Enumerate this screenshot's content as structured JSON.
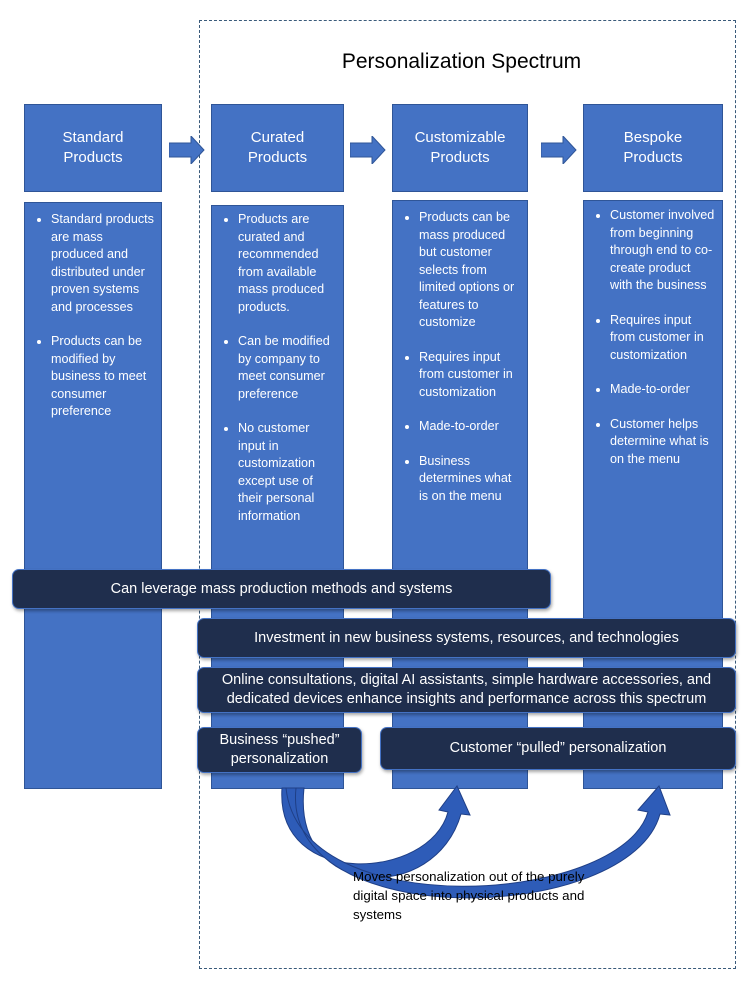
{
  "title": "Personalization Spectrum",
  "columns": [
    {
      "header": "Standard\nProducts",
      "bullets": [
        "Standard products are mass produced and distributed under proven systems and processes",
        "Products can be modified by business to meet consumer preference"
      ]
    },
    {
      "header": "Curated\nProducts",
      "bullets": [
        "Products are curated and recommended from available mass produced products.",
        "Can be modified by company to meet consumer preference",
        "No customer input in customization except use of their personal information"
      ]
    },
    {
      "header": "Customizable\nProducts",
      "bullets": [
        "Products can be mass produced but customer selects from limited options or features to customize",
        "Requires input from customer in customization",
        "Made-to-order",
        "Business determines what is on the menu"
      ]
    },
    {
      "header": "Bespoke\nProducts",
      "bullets": [
        "Customer involved from beginning through end to co-create product with the business",
        "Requires input from customer in customization",
        "Made-to-order",
        "Customer helps determine what is on the menu"
      ]
    }
  ],
  "bars": {
    "mass_production": "Can leverage mass production methods and systems",
    "investment": "Investment in new business systems, resources, and technologies",
    "online": "Online consultations, digital AI assistants, simple hardware accessories, and dedicated devices enhance insights and performance across this spectrum",
    "pushed": "Business “pushed” personalization",
    "pulled": "Customer “pulled” personalization"
  },
  "note": "Moves personalization out of the purely digital space into physical products and systems",
  "colors": {
    "box_fill": "#4472c4",
    "box_border": "#2f5597",
    "bar_fill": "#1f2e4d",
    "arrow_fill": "#2e5cb8"
  }
}
